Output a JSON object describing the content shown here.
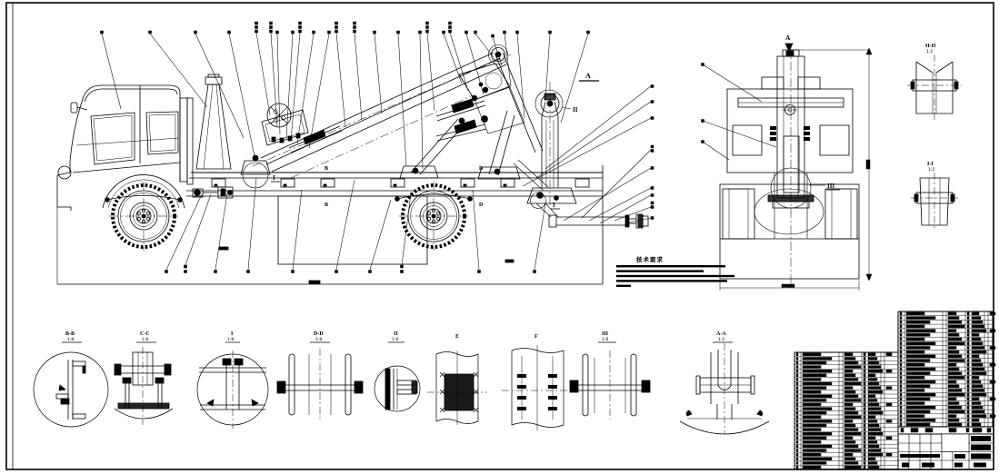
{
  "drawing": {
    "tech_notes": {
      "title": "技术要求",
      "line_count": 5
    },
    "view_labels": {
      "direction_a_main": "A",
      "direction_a_rear": "A",
      "detail_i_turret": "I",
      "detail_i_cylinder": "I",
      "detail_ii_column": "II",
      "detail_iii_rear": "III",
      "cut_b_top": "B",
      "cut_b_bottom": "B",
      "cut_d_top": "D",
      "cut_d_bottom": "D"
    },
    "right_sections": [
      {
        "name": "H-H",
        "scale": "1:2"
      },
      {
        "name": "I-I",
        "scale": "1:2"
      }
    ],
    "bottom_details": [
      {
        "name": "B-B",
        "scale": "1:8"
      },
      {
        "name": "C-C",
        "scale": "1:8"
      },
      {
        "name": "I",
        "scale": "1:8"
      },
      {
        "name": "D-D",
        "scale": "1:8"
      },
      {
        "name": "II",
        "scale": "1:8"
      },
      {
        "name": "E",
        "scale": ""
      },
      {
        "name": "F",
        "scale": ""
      },
      {
        "name": "III",
        "scale": "1:8"
      },
      {
        "name": "A-A",
        "scale": "1:2"
      }
    ],
    "parts_table": {
      "legible": false,
      "left_block_rows": 28,
      "right_block_rows": 27
    }
  }
}
